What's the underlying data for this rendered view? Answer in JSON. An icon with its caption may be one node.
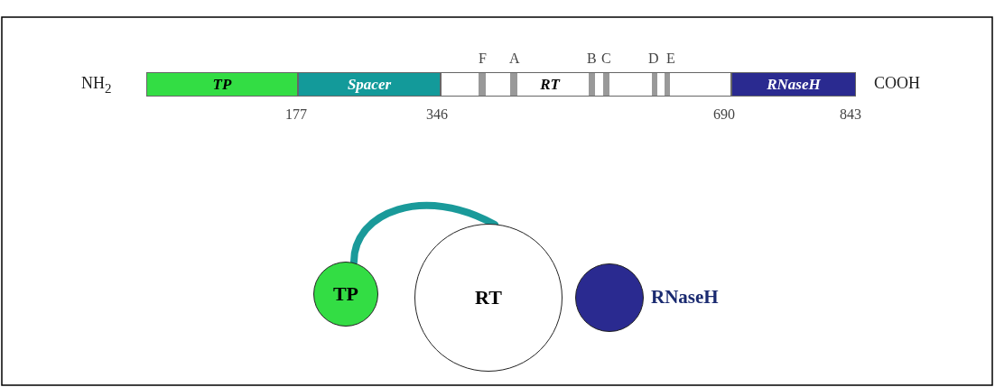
{
  "diagram": {
    "nodes": [
      {
        "text": [
          "TP"
        ]
      },
      {
        "text": [
          "Spacer"
        ]
      },
      {
        "text": [
          "RT"
        ]
      },
      {
        "text": [
          "RNaseH"
        ]
      },
      {
        "text": [
          "TP"
        ]
      },
      {
        "text": [
          "RT"
        ]
      },
      {
        "text": [],
        "shape": "circle",
        "beside": [
          "RNaseH"
        ]
      }
    ],
    "edges": [
      {
        "from": 4,
        "to": 5,
        "arrow": "none",
        "color": "#1a9a9a"
      }
    ],
    "labels": [
      "F",
      "A",
      "B",
      "C",
      "D",
      "E",
      "NH$_{2}$",
      "COOH",
      "177",
      "346",
      "690",
      "843"
    ]
  }
}
